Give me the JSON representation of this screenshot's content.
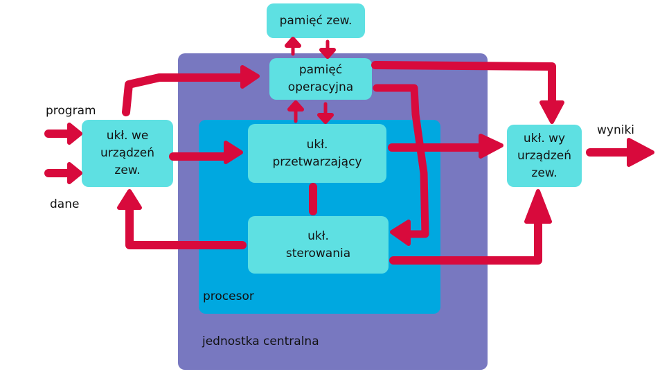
{
  "regions": {
    "central_unit": "jednostka centralna",
    "processor": "procesor"
  },
  "boxes": {
    "external_memory": "pamięć zew.",
    "operating_memory": "pamięć\noperacyjna",
    "input_devices": "ukł. we\nurządzeń\nzew.",
    "processing_unit": "ukł.\nprzetwarzający",
    "control_unit": "ukł.\nsterowania",
    "output_devices": "ukł. wy\nurządzeń\nzew."
  },
  "labels": {
    "program": "program",
    "data": "dane",
    "results": "wyniki"
  },
  "colors": {
    "arrow": "#d80a3c",
    "central_unit": "#7878c0",
    "processor": "#00a8e0",
    "box": "#5ee0e2"
  }
}
